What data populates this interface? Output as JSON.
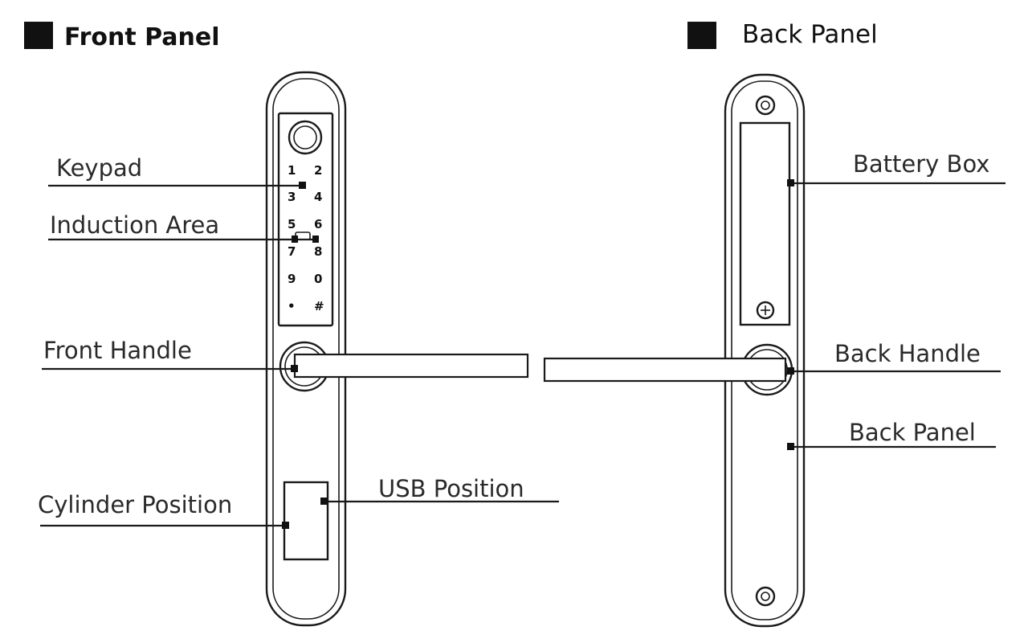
{
  "headings": {
    "front_panel": "Front Panel",
    "back_panel": "Back Panel"
  },
  "front_labels": {
    "keypad": "Keypad",
    "induction_area": "Induction Area",
    "front_handle": "Front Handle",
    "cylinder_position": "Cylinder Position",
    "usb_position": "USB Position"
  },
  "back_labels": {
    "battery_box": "Battery Box",
    "back_handle": "Back Handle",
    "back_panel": "Back Panel"
  },
  "keypad_keys": [
    "1",
    "2",
    "3",
    "4",
    "5",
    "6",
    "7",
    "8",
    "9",
    "0",
    "•",
    "#"
  ],
  "icons": {
    "heading_marker": "square-marker-icon",
    "fingerprint": "fingerprint-sensor-icon",
    "screw": "screw-icon",
    "cross_screw": "cross-screw-icon"
  }
}
